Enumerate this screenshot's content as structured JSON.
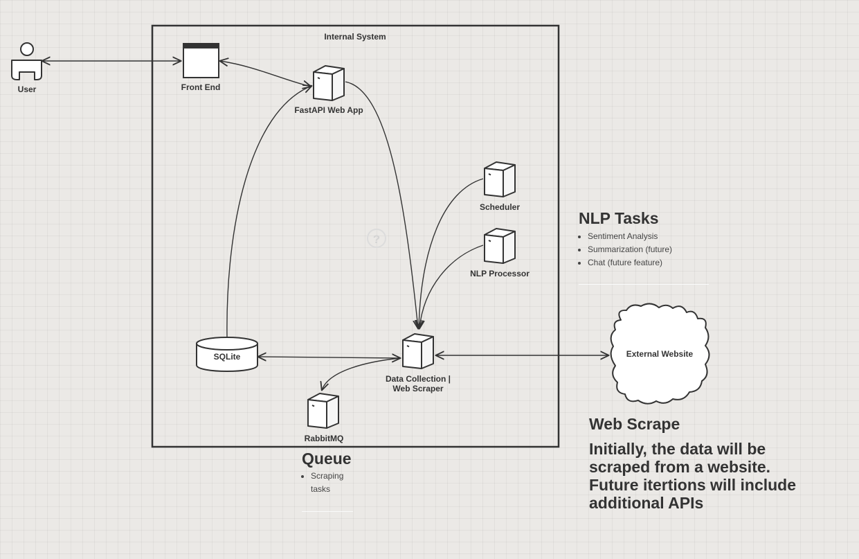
{
  "diagram": {
    "boundary_label": "Internal System",
    "nodes": {
      "user": "User",
      "front_end": "Front End",
      "fastapi": "FastAPI Web App",
      "scheduler": "Scheduler",
      "nlp_processor": "NLP Processor",
      "sqlite": "SQLite",
      "data_collection": "Data Collection |",
      "web_scraper": "Web Scraper",
      "rabbitmq": "RabbitMQ",
      "external_website": "External Website"
    },
    "help_glyph": "?"
  },
  "notes": {
    "nlp": {
      "title": "NLP Tasks",
      "items": [
        "Sentiment Analysis",
        "Summarization (future)",
        "Chat (future feature)"
      ]
    },
    "queue": {
      "title": "Queue",
      "items": [
        "Scraping",
        "tasks"
      ]
    },
    "web_scrape": {
      "title": "Web Scrape",
      "lines": [
        "Initially, the data will be",
        "scraped from a website.",
        "Future itertions will include",
        "additional APIs"
      ]
    }
  }
}
